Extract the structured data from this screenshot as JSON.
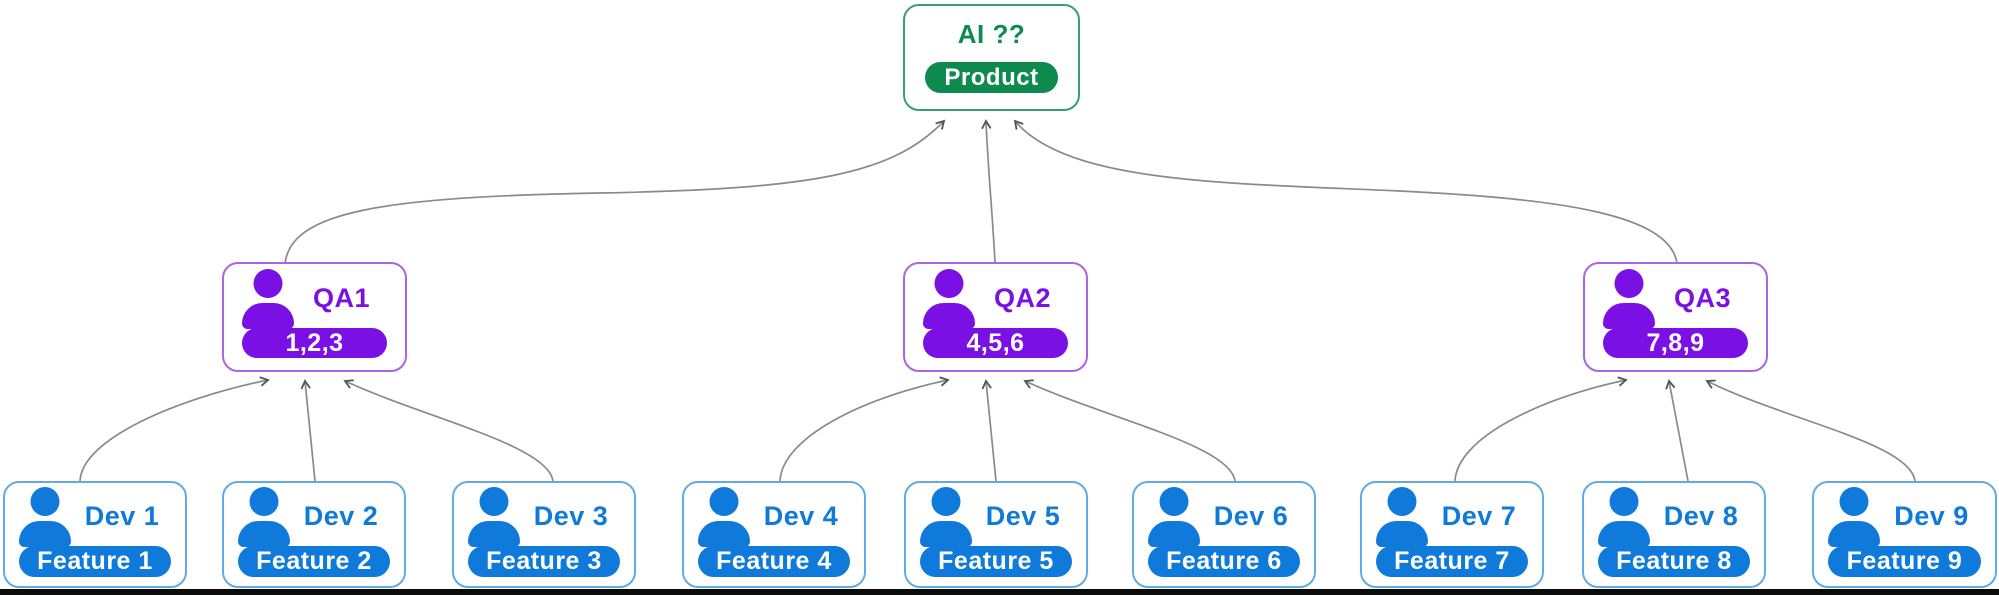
{
  "diagram": {
    "root": {
      "title": "AI ??",
      "badge": "Product"
    },
    "qa_nodes": [
      {
        "label": "QA1",
        "badge": "1,2,3"
      },
      {
        "label": "QA2",
        "badge": "4,5,6"
      },
      {
        "label": "QA3",
        "badge": "7,8,9"
      }
    ],
    "dev_nodes": [
      {
        "label": "Dev 1",
        "badge": "Feature 1"
      },
      {
        "label": "Dev 2",
        "badge": "Feature 2"
      },
      {
        "label": "Dev 3",
        "badge": "Feature 3"
      },
      {
        "label": "Dev 4",
        "badge": "Feature 4"
      },
      {
        "label": "Dev 5",
        "badge": "Feature 5"
      },
      {
        "label": "Dev 6",
        "badge": "Feature 6"
      },
      {
        "label": "Dev 7",
        "badge": "Feature 7"
      },
      {
        "label": "Dev 8",
        "badge": "Feature 8"
      },
      {
        "label": "Dev 9",
        "badge": "Feature 9"
      }
    ],
    "edges": [
      {
        "from": "QA1",
        "to": "AI ??"
      },
      {
        "from": "QA2",
        "to": "AI ??"
      },
      {
        "from": "QA3",
        "to": "AI ??"
      },
      {
        "from": "Dev 1",
        "to": "QA1"
      },
      {
        "from": "Dev 2",
        "to": "QA1"
      },
      {
        "from": "Dev 3",
        "to": "QA1"
      },
      {
        "from": "Dev 4",
        "to": "QA2"
      },
      {
        "from": "Dev 5",
        "to": "QA2"
      },
      {
        "from": "Dev 6",
        "to": "QA2"
      },
      {
        "from": "Dev 7",
        "to": "QA3"
      },
      {
        "from": "Dev 8",
        "to": "QA3"
      },
      {
        "from": "Dev 9",
        "to": "QA3"
      }
    ],
    "colors": {
      "root_border": "#3a9e6e",
      "root_accent": "#0e8a4e",
      "qa_border": "#a965e6",
      "qa_accent": "#7b10e4",
      "dev_border": "#62aae4",
      "dev_accent": "#0f7ad9",
      "edge": "#8a8a8a",
      "arrow": "#555555",
      "bar": "#0c0c0c"
    }
  }
}
